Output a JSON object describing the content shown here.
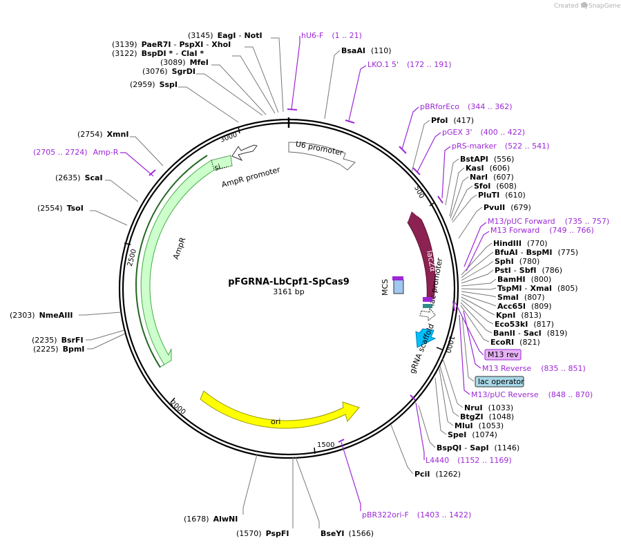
{
  "credit": {
    "text": "Created by",
    "brand": "SnapGene"
  },
  "plasmid": {
    "name": "pFGRNA-LbCpf1-SpCas9",
    "size": "3161 bp",
    "length": 3161
  },
  "ticks": [
    "500",
    "1000",
    "1500",
    "2000",
    "2500",
    "3000"
  ],
  "colors": {
    "primer": "#9c27d6",
    "ori": "#ffff00",
    "ampr": "#ccffcc",
    "lacz": "#8b2252",
    "scaffold": "#00bfff",
    "mcs": "#a0c8f0",
    "site": "#000000"
  },
  "features": [
    {
      "name": "U6 promoter",
      "kind": "promoter"
    },
    {
      "name": "lacZα",
      "kind": "gene"
    },
    {
      "name": "lac promoter",
      "kind": "promoter"
    },
    {
      "name": "gRNA scaffold",
      "kind": "misc"
    },
    {
      "name": "MCS",
      "kind": "misc"
    },
    {
      "name": "ori",
      "kind": "rep_origin"
    },
    {
      "name": "AmpR",
      "kind": "gene"
    },
    {
      "name": "AmpR promoter",
      "kind": "promoter"
    },
    {
      "name": "si...",
      "kind": "sig_peptide"
    }
  ],
  "sites": [
    {
      "pos": "(3145)",
      "name": "EagI",
      "name2": "NotI"
    },
    {
      "pos": "(3139)",
      "name": "PaeR7I",
      "name2": "PspXI",
      "name3": "XhoI"
    },
    {
      "pos": "(3122)",
      "name": "BspDI *",
      "name2": "ClaI *"
    },
    {
      "pos": "(3089)",
      "name": "MfeI"
    },
    {
      "pos": "(3076)",
      "name": "SgrDI"
    },
    {
      "pos": "(2959)",
      "name": "SspI"
    },
    {
      "pos": "(2754)",
      "name": "XmnI"
    },
    {
      "pos": "(2635)",
      "name": "ScaI"
    },
    {
      "pos": "(2554)",
      "name": "TsoI"
    },
    {
      "pos": "(2303)",
      "name": "NmeAIII"
    },
    {
      "pos": "(2235)",
      "name": "BsrFI"
    },
    {
      "pos": "(2225)",
      "name": "BpmI"
    },
    {
      "pos": "(1678)",
      "name": "AlwNI"
    },
    {
      "pos": "(1570)",
      "name": "PspFI"
    },
    {
      "pos": "(1566)",
      "name": "BseYI"
    },
    {
      "pos": "(110)",
      "name": "BsaAI"
    },
    {
      "pos": "(417)",
      "name": "PfoI"
    },
    {
      "pos": "(556)",
      "name": "BstAPI"
    },
    {
      "pos": "(606)",
      "name": "KasI"
    },
    {
      "pos": "(607)",
      "name": "NarI"
    },
    {
      "pos": "(608)",
      "name": "SfoI"
    },
    {
      "pos": "(610)",
      "name": "PluTI"
    },
    {
      "pos": "(679)",
      "name": "PvuII"
    },
    {
      "pos": "(770)",
      "name": "HindIII"
    },
    {
      "pos": "(775)",
      "name": "BfuAI",
      "name2": "BspMI"
    },
    {
      "pos": "(780)",
      "name": "SphI"
    },
    {
      "pos": "(786)",
      "name": "PstI",
      "name2": "SbfI"
    },
    {
      "pos": "(800)",
      "name": "BamHI"
    },
    {
      "pos": "(805)",
      "name": "TspMI",
      "name2": "XmaI"
    },
    {
      "pos": "(807)",
      "name": "SmaI"
    },
    {
      "pos": "(809)",
      "name": "Acc65I"
    },
    {
      "pos": "(813)",
      "name": "KpnI"
    },
    {
      "pos": "(817)",
      "name": "Eco53kI"
    },
    {
      "pos": "(819)",
      "name": "BanII",
      "name2": "SacI"
    },
    {
      "pos": "(821)",
      "name": "EcoRI"
    },
    {
      "pos": "(1033)",
      "name": "NruI"
    },
    {
      "pos": "(1048)",
      "name": "BtgZI"
    },
    {
      "pos": "(1053)",
      "name": "MluI"
    },
    {
      "pos": "(1074)",
      "name": "SpeI"
    },
    {
      "pos": "(1146)",
      "name": "BspQI",
      "name2": "SapI"
    },
    {
      "pos": "(1262)",
      "name": "PciI"
    }
  ],
  "primers": [
    {
      "name": "hU6-F",
      "range": "(1 .. 21)"
    },
    {
      "name": "LKO.1 5'",
      "range": "(172 .. 191)"
    },
    {
      "name": "pBRforEco",
      "range": "(344 .. 362)"
    },
    {
      "name": "pGEX 3'",
      "range": "(400 .. 422)"
    },
    {
      "name": "pRS-marker",
      "range": "(522 .. 541)"
    },
    {
      "name": "M13/pUC Forward",
      "range": "(735 .. 757)"
    },
    {
      "name": "M13 Forward",
      "range": "(749 .. 766)"
    },
    {
      "name": "M13 rev",
      "range": ""
    },
    {
      "name": "M13 Reverse",
      "range": "(835 .. 851)"
    },
    {
      "name": "lac operator",
      "range": ""
    },
    {
      "name": "M13/pUC Reverse",
      "range": "(848 .. 870)"
    },
    {
      "name": "L4440",
      "range": "(1152 .. 1169)"
    },
    {
      "name": "pBR322ori-F",
      "range": "(1403 .. 1422)"
    },
    {
      "name": "Amp-R",
      "range": "(2705 .. 2724)"
    }
  ]
}
